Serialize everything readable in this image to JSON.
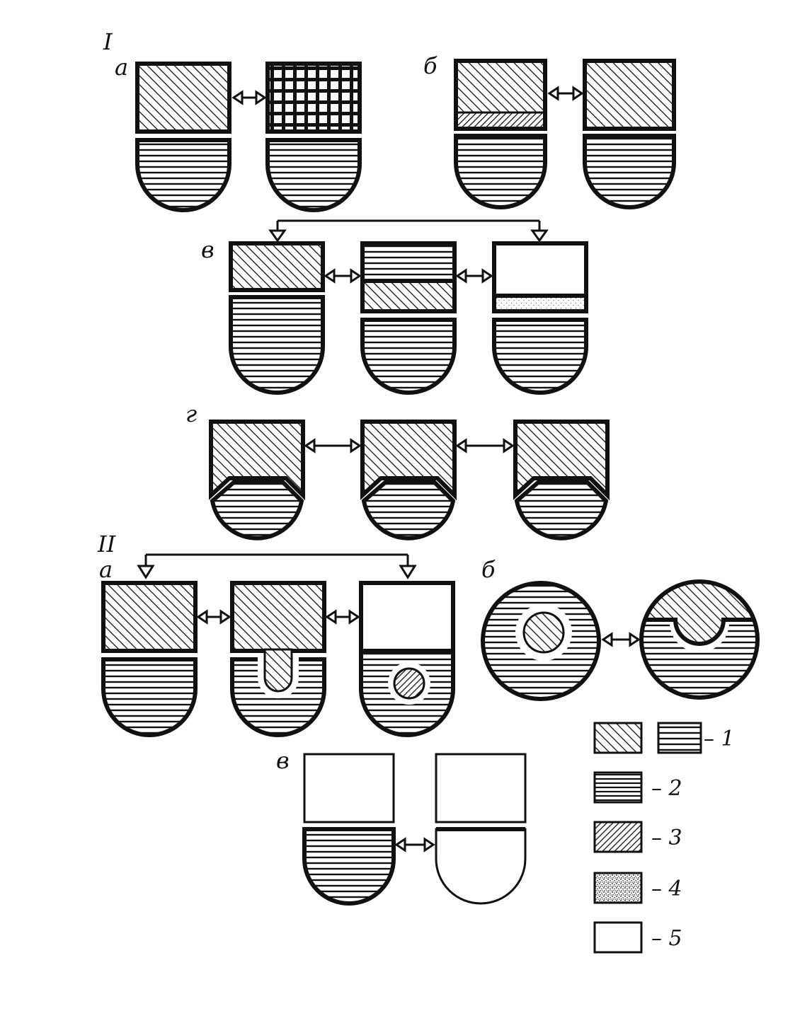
{
  "section_labels": {
    "part1": "I",
    "part2": "II"
  },
  "panel_labels": {
    "p1_a": "а",
    "p1_b": "б",
    "p1_v": "в",
    "p1_g": "г",
    "p2_a": "а",
    "p2_b": "б",
    "p2_v": "в"
  },
  "legend": [
    {
      "id": "1",
      "text": "– 1",
      "patterns": [
        "diagonal-hatch",
        "horizontal-lines"
      ]
    },
    {
      "id": "2",
      "text": "– 2",
      "patterns": [
        "horizontal-lines-dense"
      ]
    },
    {
      "id": "3",
      "text": "– 3",
      "patterns": [
        "back-diagonal-hatch"
      ]
    },
    {
      "id": "4",
      "text": "– 4",
      "patterns": [
        "stipple"
      ]
    },
    {
      "id": "5",
      "text": "– 5",
      "patterns": [
        "blank"
      ]
    }
  ],
  "colors": {
    "ink": "#111111",
    "paper": "#ffffff"
  }
}
